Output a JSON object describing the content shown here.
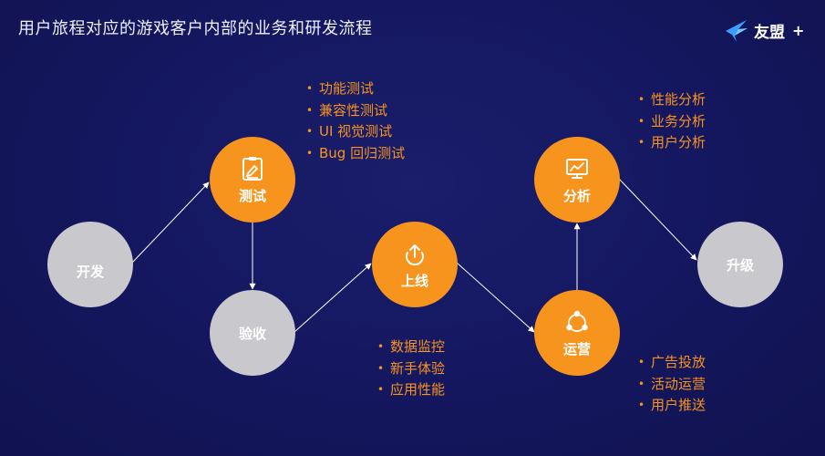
{
  "header": {
    "title": "用户旅程对应的游戏客户内部的业务和研发流程",
    "logo_text": "友盟",
    "logo_plus": "+"
  },
  "nodes": {
    "dev": "开发",
    "test": "测试",
    "accept": "验收",
    "launch": "上线",
    "operate": "运营",
    "analyze": "分析",
    "upgrade": "升级"
  },
  "lists": {
    "test": [
      "功能测试",
      "兼容性测试",
      "UI 视觉测试",
      "Bug 回归测试"
    ],
    "launch": [
      "数据监控",
      "新手体验",
      "应用性能"
    ],
    "analyze": [
      "性能分析",
      "业务分析",
      "用户分析"
    ],
    "operate": [
      "广告投放",
      "活动运营",
      "用户推送"
    ]
  },
  "colors": {
    "accent": "#f7941d",
    "inactive": "#c9c9cd",
    "background": "#151861"
  },
  "icons": {
    "test": "clipboard-pen-icon",
    "launch": "upload-icon",
    "operate": "network-cycle-icon",
    "analyze": "chart-board-icon"
  }
}
